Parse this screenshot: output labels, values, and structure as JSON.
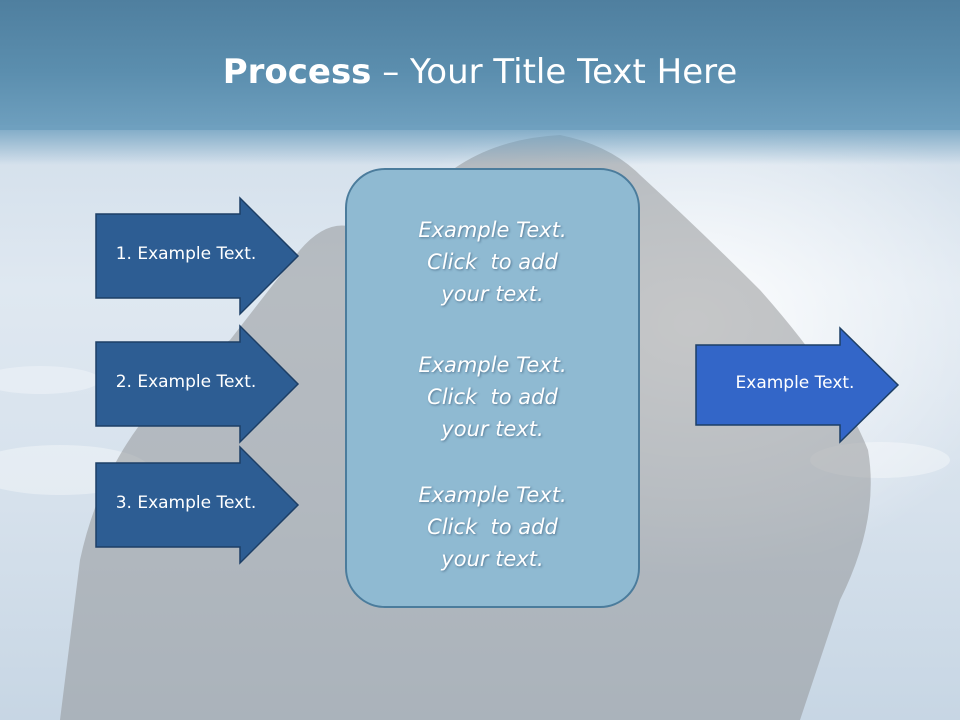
{
  "title": {
    "bold": "Process",
    "rest": " – Your Title Text Here"
  },
  "left_arrows": [
    {
      "label": "1. Example Text."
    },
    {
      "label": "2. Example Text."
    },
    {
      "label": "3. Example Text."
    }
  ],
  "center_box": {
    "blocks": [
      {
        "lines": [
          "Example Text.",
          "Click  to add",
          "your text."
        ]
      },
      {
        "lines": [
          "Example Text.",
          "Click  to add",
          "your text."
        ]
      },
      {
        "lines": [
          "Example Text.",
          "Click  to add",
          "your text."
        ]
      }
    ]
  },
  "right_arrow": {
    "label": "Example Text."
  },
  "colors": {
    "title_bar": "#5b8eae",
    "left_arrow_fill": "#2d5d93",
    "right_arrow_fill": "#3366c8",
    "center_box_fill": "#8fbad2"
  }
}
